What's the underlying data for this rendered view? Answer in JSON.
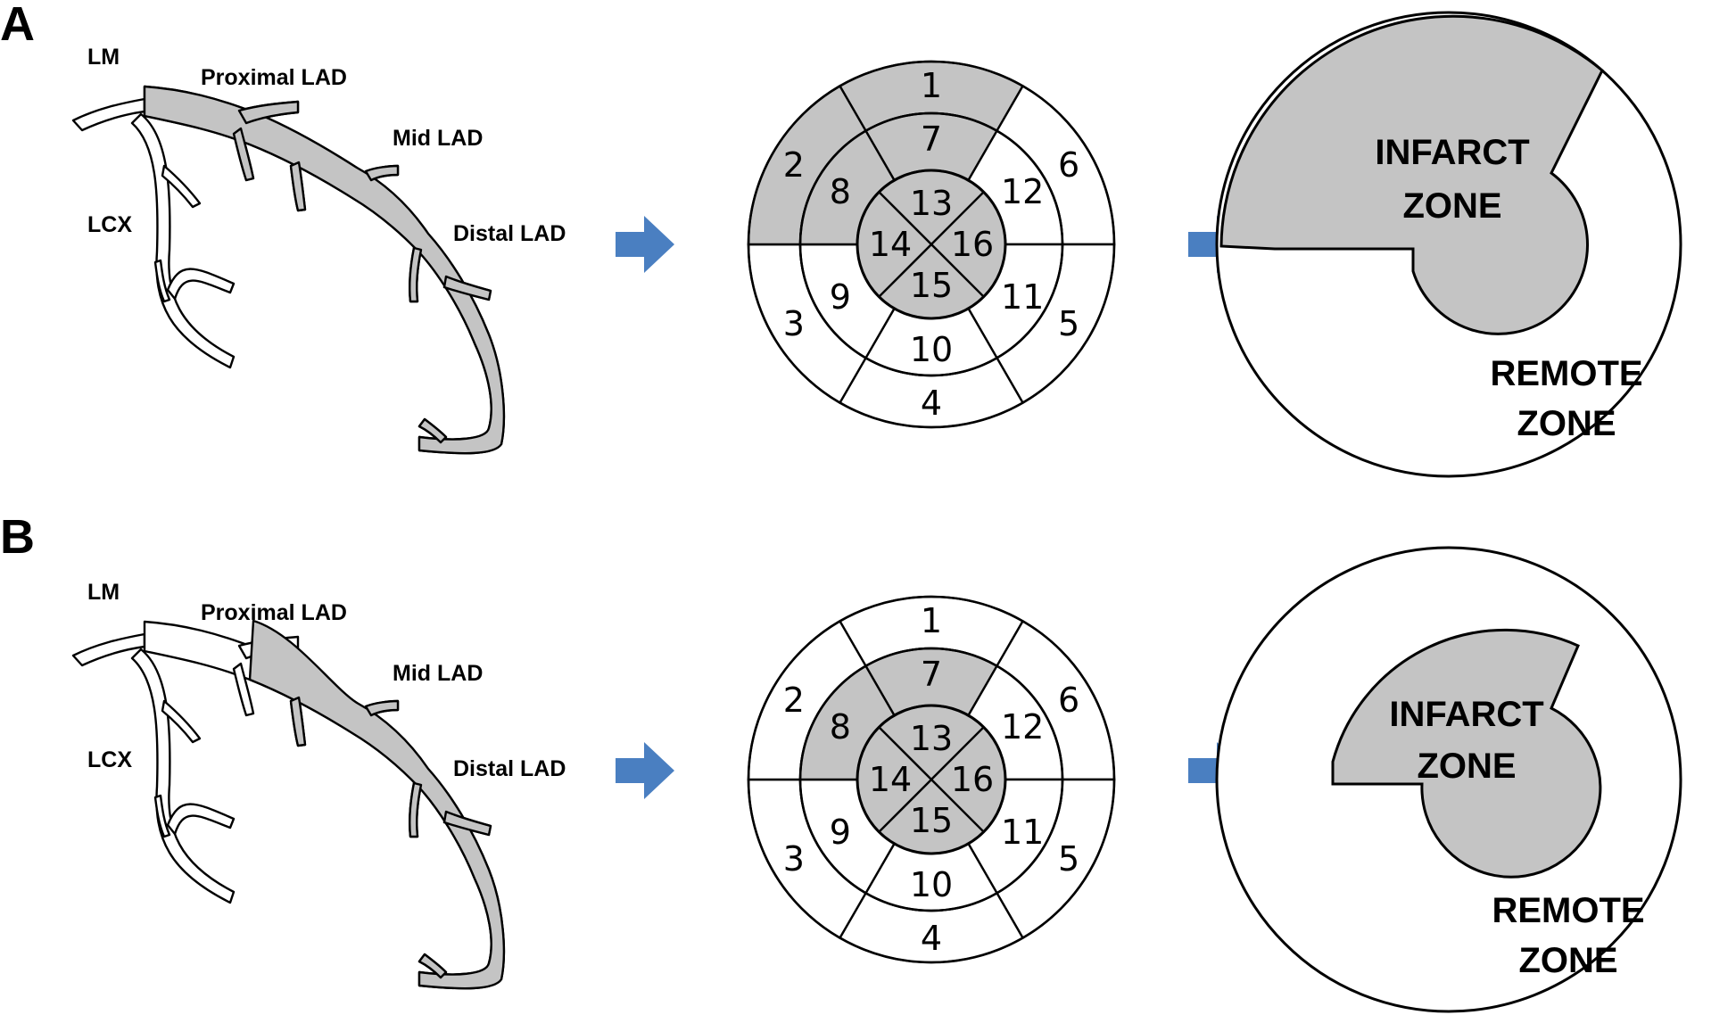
{
  "colors": {
    "infarct_fill": "#c4c4c4",
    "arrow": "#4a7fc1",
    "line": "#000000",
    "background": "#ffffff"
  },
  "panels": [
    {
      "letter": "A",
      "vessel_labels": {
        "lm": "LM",
        "proximal": "Proximal LAD",
        "mid": "Mid LAD",
        "distal": "Distal LAD",
        "lcx": "LCX"
      },
      "occlusion_site": "Proximal LAD",
      "infarct_segments": [
        1,
        2,
        7,
        8,
        13,
        14,
        15,
        16
      ],
      "segments": [
        "1",
        "2",
        "3",
        "4",
        "5",
        "6",
        "7",
        "8",
        "9",
        "10",
        "11",
        "12",
        "13",
        "14",
        "15",
        "16"
      ],
      "zones": {
        "infarct_line1": "INFARCT",
        "infarct_line2": "ZONE",
        "remote_line1": "REMOTE",
        "remote_line2": "ZONE"
      }
    },
    {
      "letter": "B",
      "vessel_labels": {
        "lm": "LM",
        "proximal": "Proximal LAD",
        "mid": "Mid LAD",
        "distal": "Distal LAD",
        "lcx": "LCX"
      },
      "occlusion_site": "Mid LAD",
      "infarct_segments": [
        7,
        8,
        13,
        14,
        15,
        16
      ],
      "segments": [
        "1",
        "2",
        "3",
        "4",
        "5",
        "6",
        "7",
        "8",
        "9",
        "10",
        "11",
        "12",
        "13",
        "14",
        "15",
        "16"
      ],
      "zones": {
        "infarct_line1": "INFARCT",
        "infarct_line2": "ZONE",
        "remote_line1": "REMOTE",
        "remote_line2": "ZONE"
      }
    }
  ]
}
